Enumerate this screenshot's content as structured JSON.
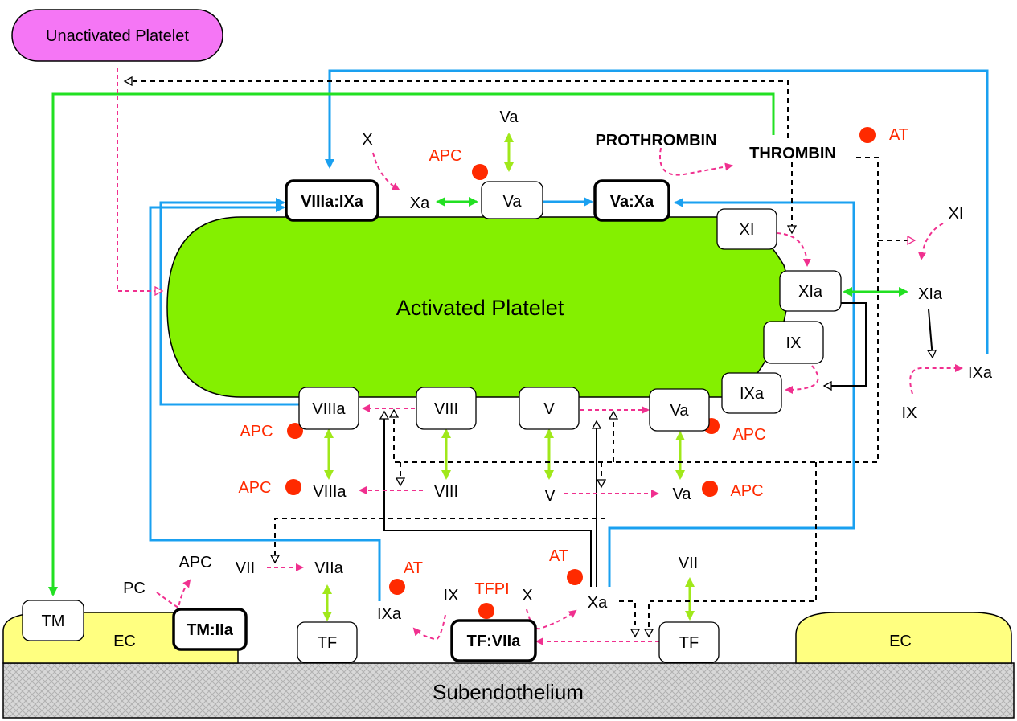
{
  "colors": {
    "activated_platelet": "#84f000",
    "unactivated_platelet": "#f576f5",
    "ec": "#ffff80",
    "inhibitor": "#ff2a00",
    "blue": "#1aa0f0",
    "green": "#22e022",
    "lime": "#a0e81a",
    "pink": "#f0308f",
    "black": "#000000"
  },
  "labels": {
    "unactivated_platelet": "Unactivated Platelet",
    "activated_platelet": "Activated Platelet",
    "subendothelium": "Subendothelium",
    "ec_left": "EC",
    "ec_right": "EC"
  },
  "boxes": {
    "viiia_ixa": "VIIIa:IXa",
    "va_xa": "Va:Xa",
    "va_top": "Va",
    "xi": "XI",
    "xia": "XIa",
    "ix": "IX",
    "ixa_box": "IXa",
    "viiia_box": "VIIIa",
    "viii_box": "VIII",
    "v_box": "V",
    "va_box": "Va",
    "tm": "TM",
    "tm_iia": "TM:IIa",
    "tf_left": "TF",
    "tf_viia": "TF:VIIa",
    "tf_right": "TF"
  },
  "text": {
    "x_top": "X",
    "xa_top": "Xa",
    "va_upper": "Va",
    "apc_top": "APC",
    "prothrombin": "PROTHROMBIN",
    "thrombin": "THROMBIN",
    "at_top": "AT",
    "xi_right": "XI",
    "xia_right": "XIa",
    "ixa_right": "IXa",
    "ix_right": "IX",
    "apc_viiia": "APC",
    "apc_va": "APC",
    "apc_viiia_low": "APC",
    "viiia_low": "VIIIa",
    "viii_low": "VIII",
    "v_low": "V",
    "va_low": "Va",
    "apc_va_low": "APC",
    "pc": "PC",
    "apc_bottom": "APC",
    "vii_left": "VII",
    "viia_left": "VIIa",
    "at_left": "AT",
    "ixa_bottom": "IXa",
    "ix_bottom": "IX",
    "tfpi": "TFPI",
    "x_bottom": "X",
    "at_mid": "AT",
    "xa_bottom": "Xa",
    "vii_right": "VII"
  }
}
